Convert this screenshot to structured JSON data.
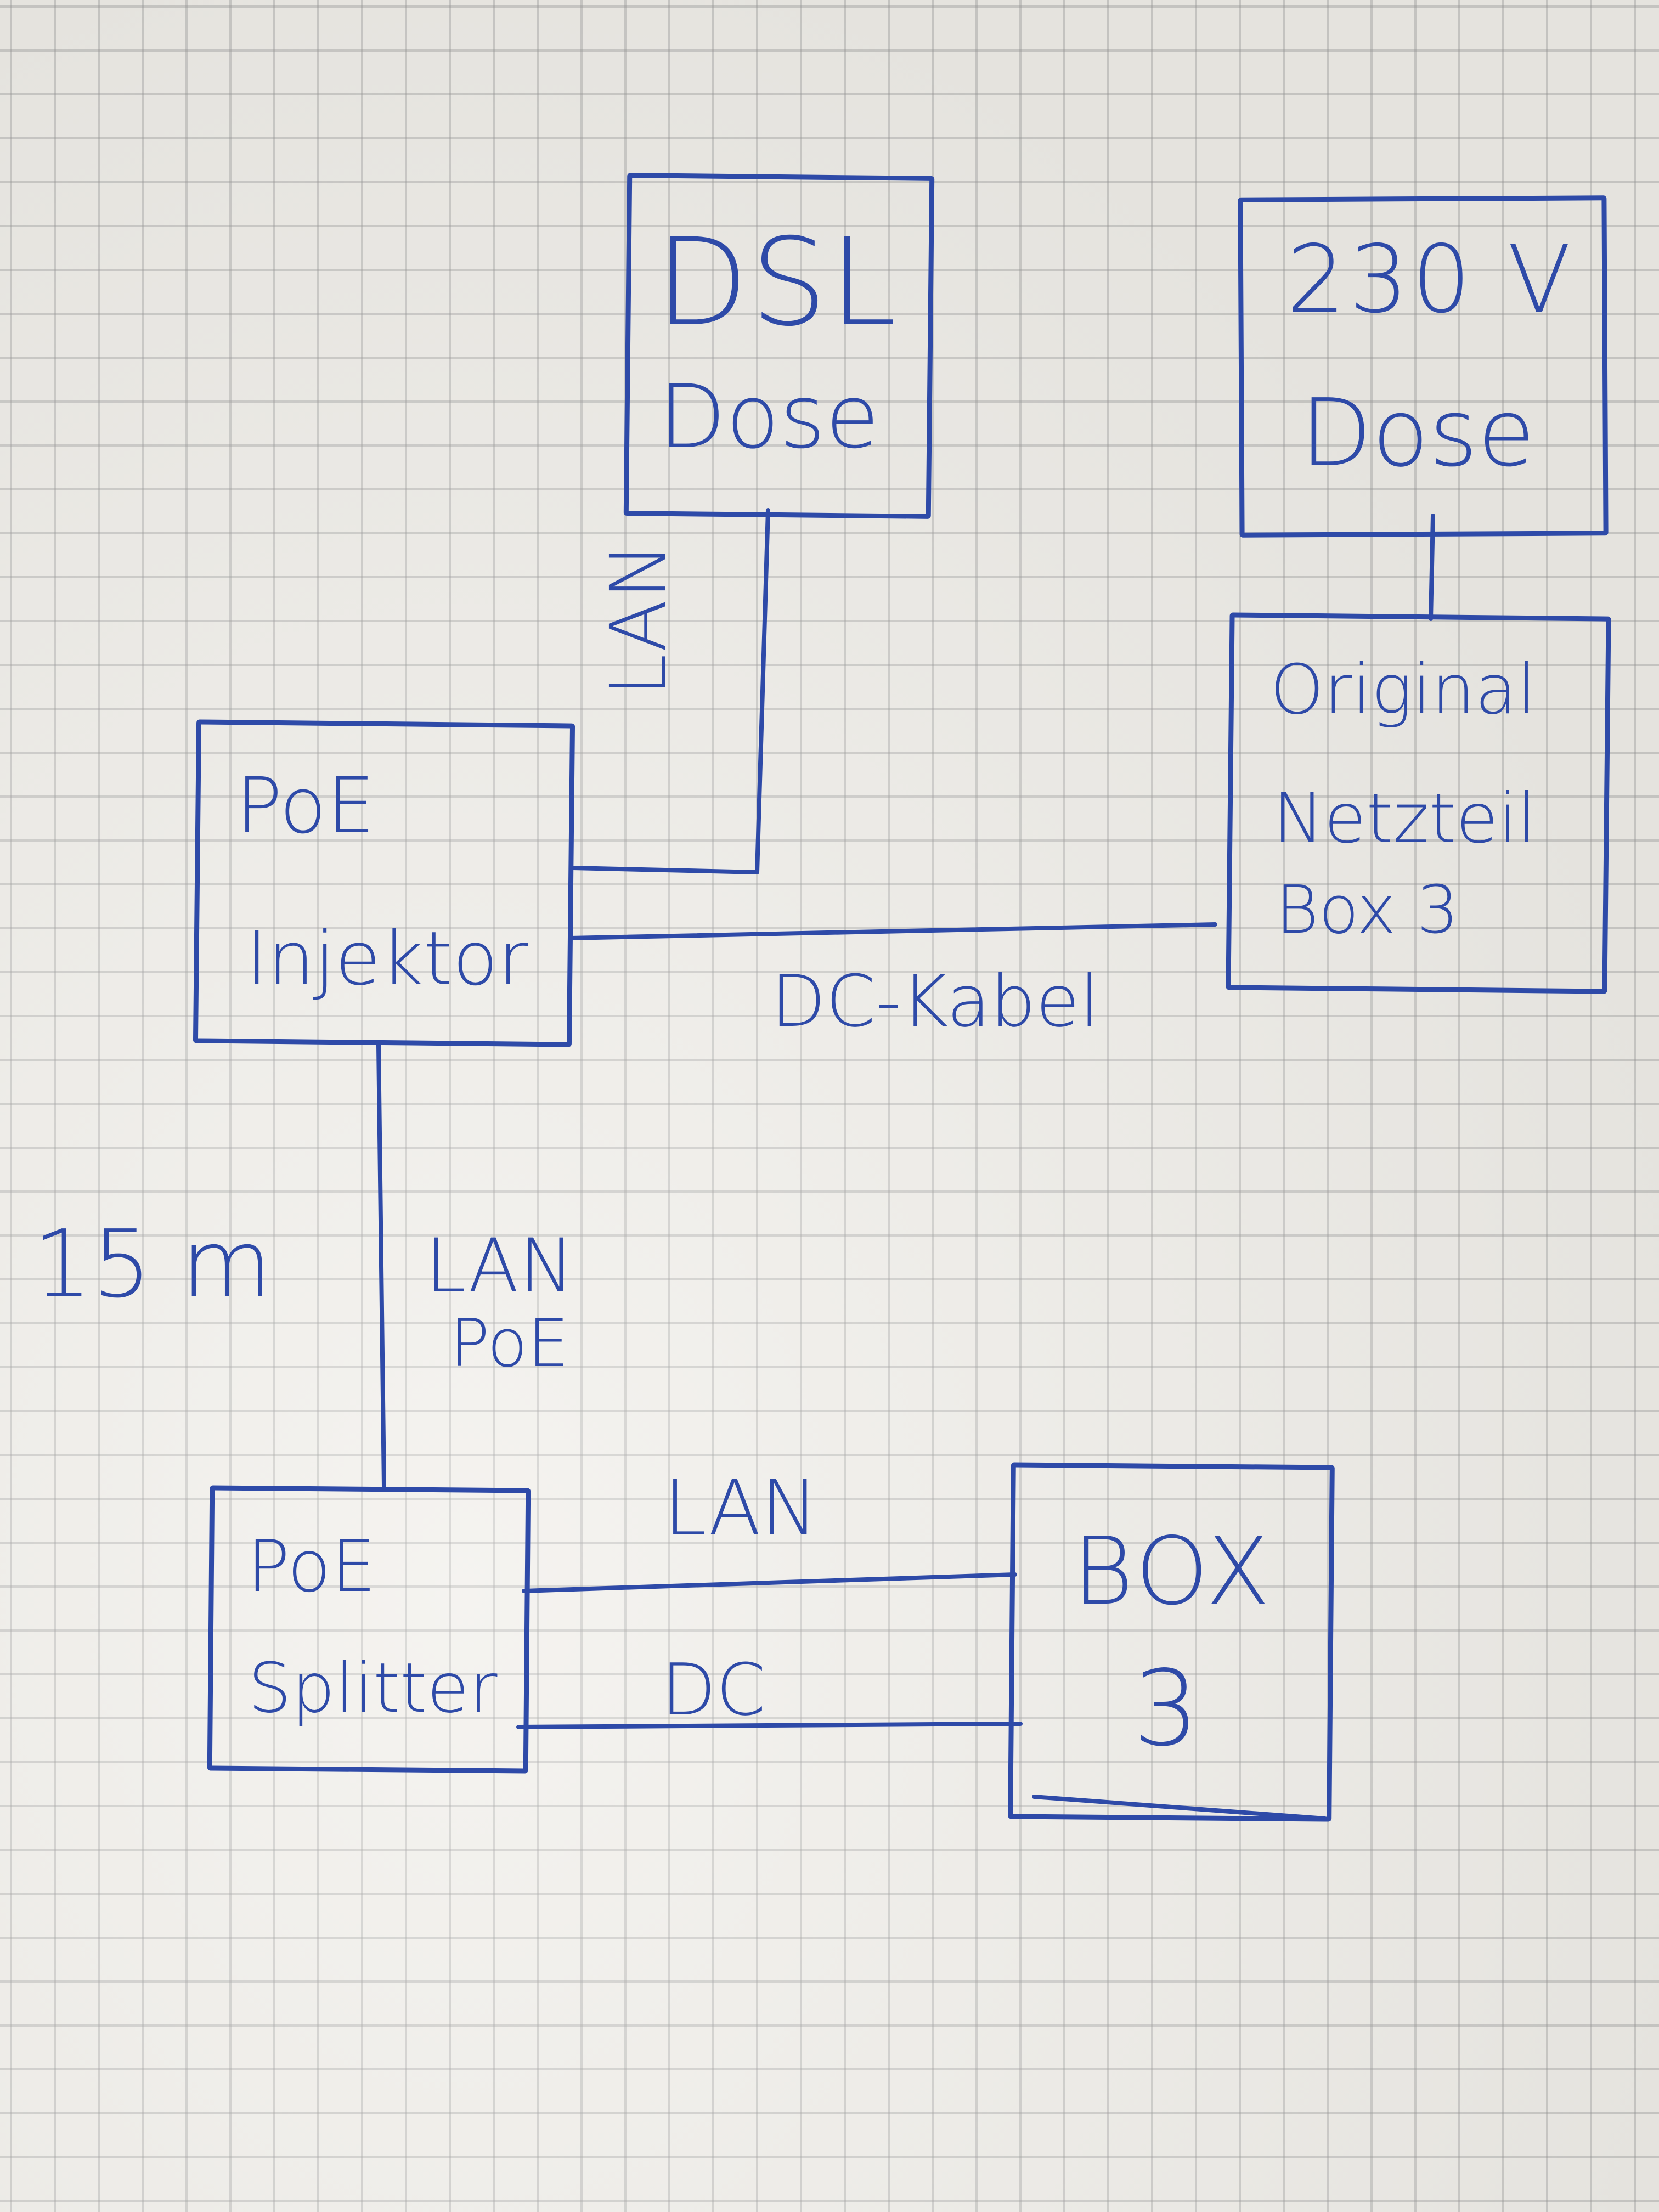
{
  "nodes": {
    "dsl": {
      "line1": "DSL",
      "line2": "Dose"
    },
    "power": {
      "line1": "230 V",
      "line2": "Dose"
    },
    "psu": {
      "line1": "Original",
      "line2": "Netzteil",
      "line3": "Box 3"
    },
    "injector": {
      "line1": "PoE",
      "line2": "Injektor"
    },
    "splitter": {
      "line1": "PoE",
      "line2": "Splitter"
    },
    "box3": {
      "line1": "BOX",
      "line2": "3"
    }
  },
  "edges": {
    "dsl_injector": "LAN",
    "psu_injector": "DC-Kabel",
    "injector_splitter_line1": "LAN",
    "injector_splitter_line2": "PoE",
    "injector_splitter_length": "15 m",
    "splitter_box_lan": "LAN",
    "splitter_box_dc": "DC"
  },
  "colors": {
    "ink": "#2e4aa8",
    "paper": "#f1efea",
    "grid": "#969696"
  }
}
